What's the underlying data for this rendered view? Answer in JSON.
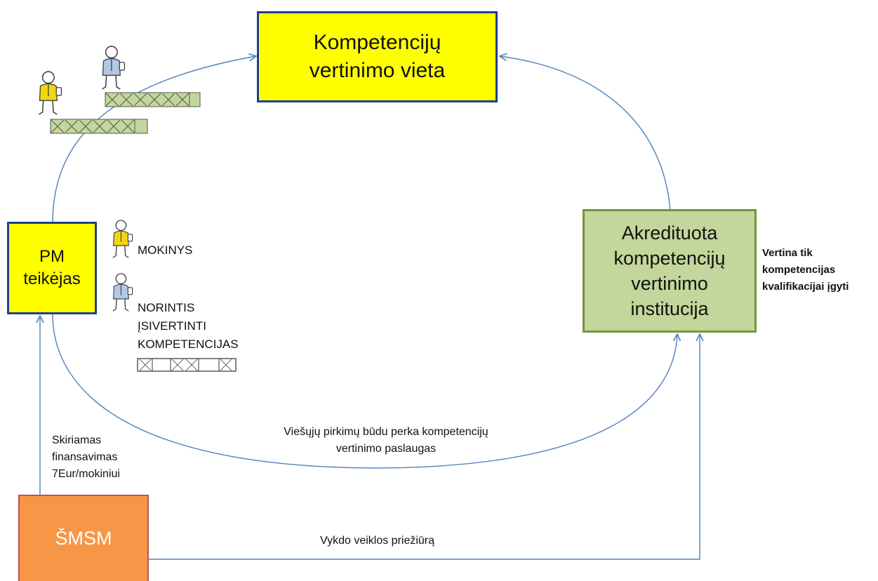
{
  "boxes": {
    "assessment_site": "Kompetencijų\nvertinimo vieta",
    "pm_provider": "PM\nteikėjas",
    "accredited_institution": "Akredituota\nkompetencijų\nvertinimo\ninstitucija",
    "ministry": "ŠMSM"
  },
  "legend": {
    "student": "MOKINYS",
    "applicant": "NORINTIS\nĮSIVERTINTI\nKOMPETENCIJAS"
  },
  "notes": {
    "assesses_only": "Vertina tik\nkompetencijas\nkvalifikacijai įgyti",
    "procurement": "Viešųjų pirkimų būdu perka kompetencijų\nvertinimo paslaugas",
    "funding": "Skiriamas\nfinansavimas\n7Eur/mokiniui",
    "supervision": "Vykdo veiklos priežiūrą"
  },
  "colors": {
    "yellow_box": "#ffff00",
    "blue_border": "#1f3f8f",
    "green_box": "#c3d69b",
    "green_border": "#77933c",
    "orange_box": "#f79646",
    "orange_border": "#c0504d",
    "arrow": "#4f81bd",
    "shirt_yellow": "#f2d60f",
    "shirt_blue": "#b4c8e6"
  },
  "icons": [
    "student-person-icon",
    "applicant-person-icon",
    "progress-track-icon"
  ]
}
